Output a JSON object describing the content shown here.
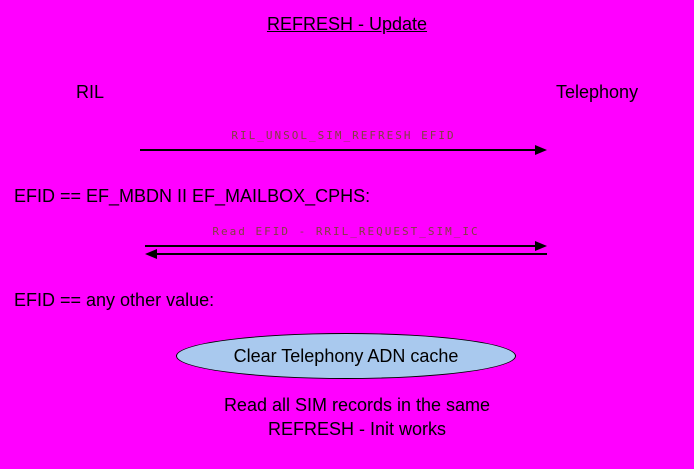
{
  "diagram": {
    "title": "REFRESH - Update",
    "actor_left": "RIL",
    "actor_right": "Telephony",
    "arrow1_label": "RIL_UNSOL_SIM_REFRESH EFID",
    "condition1": "EFID == EF_MBDN II EF_MAILBOX_CPHS:",
    "arrow2_label": "Read EFID - RRIL_REQUEST_SIM_IC",
    "condition2": "EFID == any other value:",
    "ellipse_label": "Clear Telephony ADN cache",
    "footer_line1": "Read all SIM records in the same",
    "footer_line2": "REFRESH - Init works"
  },
  "colors": {
    "background": "#ff00ff",
    "arrow_label": "#804040",
    "ellipse_fill": "#a9c9ee",
    "line": "#000000"
  }
}
